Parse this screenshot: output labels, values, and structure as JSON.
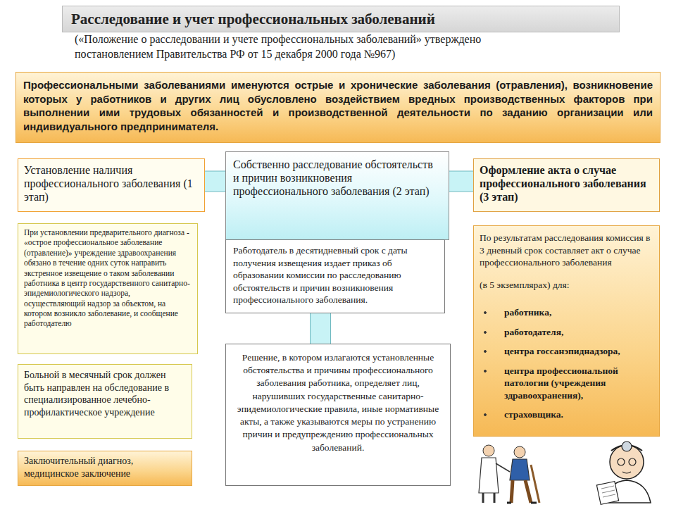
{
  "diagram": {
    "title": "Расследование и учет профессиональных заболеваний",
    "nodes": [
      {
        "text": [
          "Профессиональными заболеваниями именуются острые и хронические заболевания (отравления), возникновение которых у работников и других лиц обусловлено воздействием вредных производственных факторов при выполнении ими трудовых обязанностей и производственной деятельности по заданию организации или индивидуального предпринимателя."
        ]
      },
      {
        "text": [
          "Установление наличия профессионального заболевания (1 этап)"
        ]
      },
      {
        "text": [
          "Собственно расследование обстоятельств и причин возникновения профессионального заболевания (2 этап)"
        ]
      },
      {
        "text": [
          "Оформление акта о случае профессионального заболевания (3 этап)"
        ]
      },
      {
        "text": [
          "При установлении предварительного диагноза - «острое профессиональное заболевание (отравление)» учреждение здравоохранения обязано в течение одних суток направить экстренное извещение о таком заболевании работника в центр государственного санитарно-эпидемиологического надзора, осуществляющий надзор за объектом, на котором возникло заболевание, и сообщение работодателю"
        ]
      },
      {
        "text": [
          "Больной в месячный срок должен быть направлен на обследование в специализированное лечебно-профилактическое учреждение"
        ]
      },
      {
        "text": [
          "Заключительный диагноз, медицинское заключение"
        ]
      },
      {
        "text": [
          "Работодатель в десятидневный срок с даты получения извещения издает приказ об образовании комиссии по расследованию обстоятельств и причин возникновения профессионального заболевания."
        ]
      },
      {
        "text": [
          "Решение, в котором излагаются установленные обстоятельства и причины профессионального заболевания работника, определяет лиц, нарушивших государственные санитарно-эпидемиологические правила, иные нормативные акты, а также указываются меры по устранению причин и предупреждению профессиональных заболеваний."
        ]
      },
      {
        "text": [
          "По результатам расследования комиссия в 3 дневный срок составляет акт о случае профессионального заболевания",
          "(в 5 экземплярах) для:",
          "работника,",
          "работодателя,",
          "центра госсанэпиднадзора,",
          "центра профессиональной патологии (учреждения здравоохранения),",
          "страховщика."
        ]
      }
    ],
    "edges": [
      {
        "from": 1,
        "to": 2,
        "arrow": "none"
      },
      {
        "from": 2,
        "to": 3,
        "arrow": "none"
      },
      {
        "from": 7,
        "to": 8,
        "arrow": "none"
      }
    ],
    "labels": [
      "(«Положение о расследовании и учете профессиональных заболеваний» утверждено постановлением Правительства РФ от 15 декабря 2000 года №967)"
    ]
  }
}
